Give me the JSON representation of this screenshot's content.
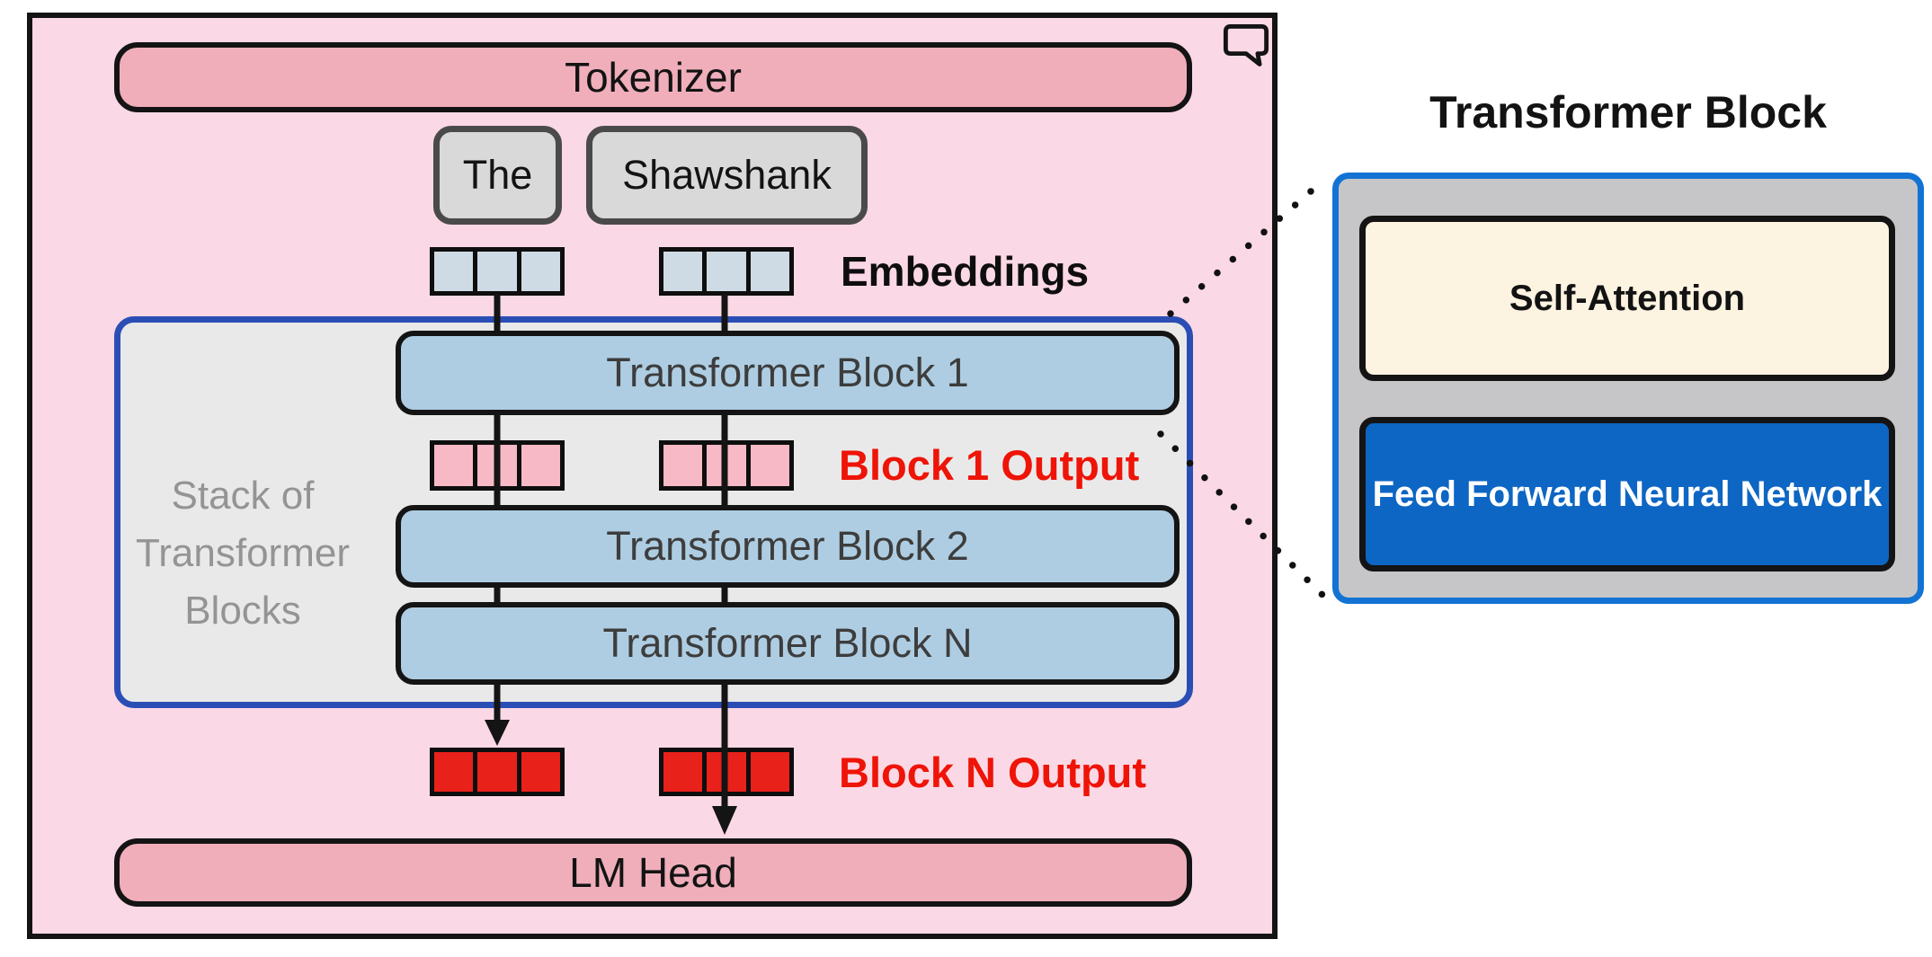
{
  "left_panel": {
    "tokenizer_label": "Tokenizer",
    "tokens": [
      "The",
      "Shawshank"
    ],
    "embeddings_label": "Embeddings",
    "stack": {
      "label": "Stack of Transformer Blocks",
      "blocks": [
        "Transformer Block 1",
        "Transformer Block 2",
        "Transformer Block N"
      ]
    },
    "block1_output_label": "Block 1 Output",
    "blockN_output_label": "Block N Output",
    "lm_head_label": "LM Head",
    "icons": {
      "comment": "speech-bubble-icon"
    }
  },
  "right_panel": {
    "title": "Transformer Block",
    "self_attention_label": "Self-Attention",
    "feed_forward_label": "Feed Forward Neural Network"
  },
  "colors": {
    "panel_pink": "#fbd8e5",
    "bar_rose": "#f0aebb",
    "token_gray": "#d9d9d9",
    "embedding_cell_blue": "#cedbe4",
    "stack_fill_gray": "#e9e9e9",
    "stack_border_blue": "#2b4eb5",
    "block_blue": "#aecde2",
    "block_output_pink": "#f6b9c5",
    "block_output_red": "#e9211b",
    "output_text_red": "#ee1407",
    "detail_border_blue": "#1273d4",
    "detail_fill_gray": "#c6c6c8",
    "self_attention_cream": "#fdf3e1",
    "feed_forward_blue": "#0d66c3",
    "line_black": "#141414"
  }
}
